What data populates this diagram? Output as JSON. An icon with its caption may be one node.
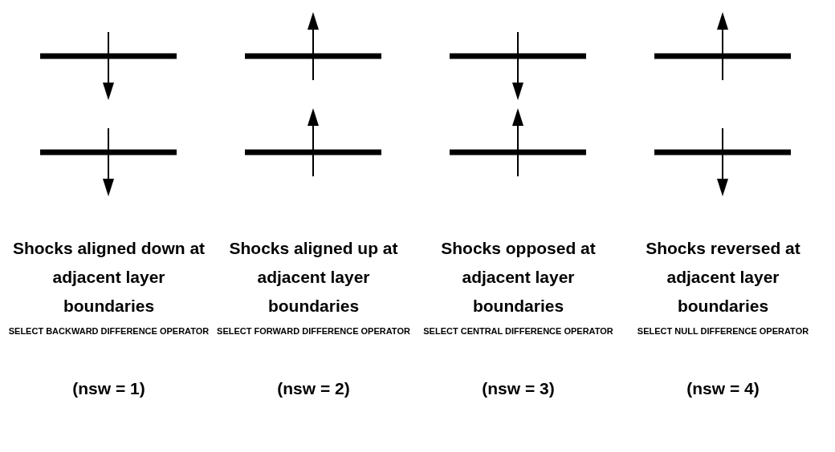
{
  "diagram": {
    "labels": [
      "Shocks aligned down at adjacent layer boundaries",
      "SELECT BACKWARD DIFFERENCE OPERATOR",
      "(nsw = 1)",
      "Shocks aligned up at adjacent layer boundaries",
      "SELECT FORWARD DIFFERENCE OPERATOR",
      "(nsw = 2)",
      "Shocks opposed at adjacent layer boundaries",
      "SELECT CENTRAL DIFFERENCE OPERATOR",
      "(nsw = 3)",
      "Shocks reversed at adjacent layer boundaries",
      "SELECT NULL DIFFERENCE OPERATOR",
      "(nsw = 4)"
    ]
  }
}
